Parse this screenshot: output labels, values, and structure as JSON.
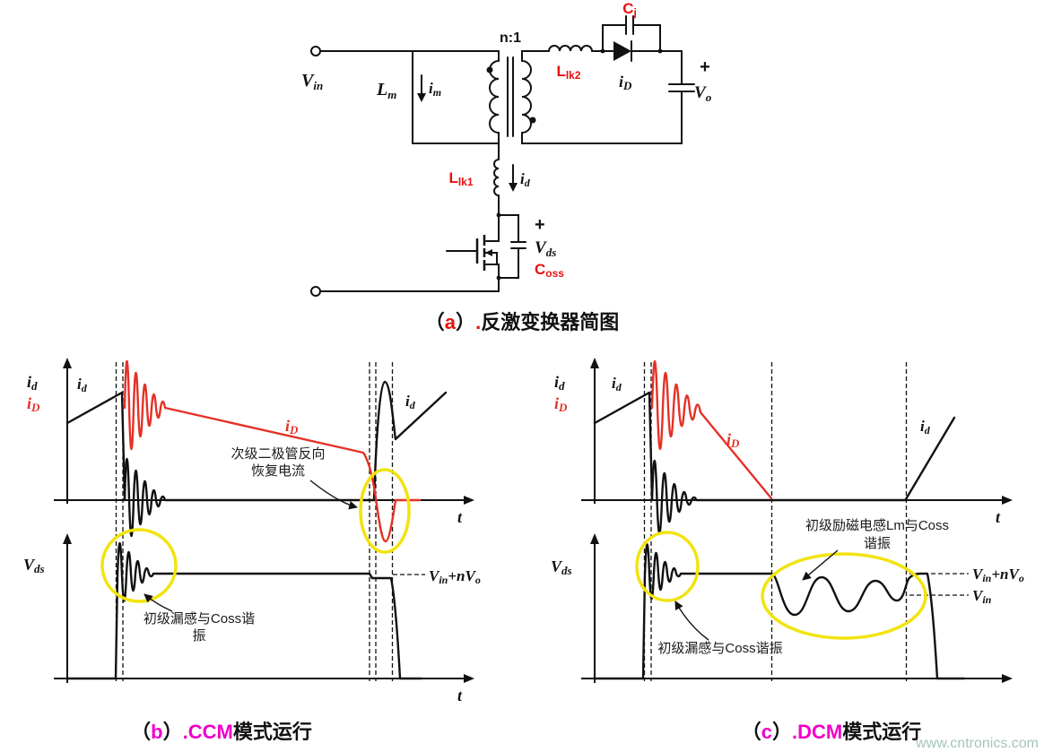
{
  "colors": {
    "label_red": "#e8100d",
    "trace_red": "#e53126",
    "caption_magenta": "#f000c8",
    "highlight_yellow": "#f2e30e",
    "watermark_green": "#a3c6b6"
  },
  "circuit": {
    "vin": {
      "main": "V",
      "sub": "in"
    },
    "lm": {
      "main": "L",
      "sub": "m"
    },
    "im": {
      "main": "i",
      "sub": "m"
    },
    "ratio": "n:1",
    "llk2": {
      "main": "L",
      "sub": "lk2"
    },
    "cj": {
      "main": "C",
      "sub": "j"
    },
    "i_diode": {
      "main": "i",
      "sub": "D"
    },
    "plus_out": "+",
    "vo": {
      "main": "V",
      "sub": "o"
    },
    "llk1": {
      "main": "L",
      "sub": "lk1"
    },
    "i_drain": {
      "main": "i",
      "sub": "d"
    },
    "plus_ds": "+",
    "vds": {
      "main": "V",
      "sub": "ds"
    },
    "coss": {
      "main": "C",
      "sub": "oss"
    },
    "caption": {
      "open": "（",
      "letter": "a",
      "close": "）",
      "dot": ".",
      "rest": "反激变换器简图"
    }
  },
  "panel_b": {
    "y_id": {
      "main": "i",
      "sub": "d"
    },
    "y_iD": {
      "main": "i",
      "sub": "D"
    },
    "ramp1": {
      "main": "i",
      "sub": "d"
    },
    "diode_current": {
      "main": "i",
      "sub": "D"
    },
    "ramp2": {
      "main": "i",
      "sub": "d"
    },
    "t_top": "t",
    "vds": {
      "main": "V",
      "sub": "ds"
    },
    "level_high": {
      "p1": "V",
      "s1": "in",
      "p2": "+nV",
      "s2": "o"
    },
    "t_bottom": "t",
    "ann_recovery": {
      "line1": "次级二极管反向",
      "line2": "恢复电流"
    },
    "ann_resonance": {
      "line1": "初级漏感与Coss谐",
      "line2": "振"
    },
    "caption": {
      "open": "（",
      "letter": "b",
      "close": "）",
      "accent": ".CCM",
      "rest": "模式运行"
    }
  },
  "panel_c": {
    "y_id": {
      "main": "i",
      "sub": "d"
    },
    "y_iD": {
      "main": "i",
      "sub": "D"
    },
    "ramp1": {
      "main": "i",
      "sub": "d"
    },
    "diode_current": {
      "main": "i",
      "sub": "D"
    },
    "ramp2": {
      "main": "i",
      "sub": "d"
    },
    "t_top": "t",
    "vds": {
      "main": "V",
      "sub": "ds"
    },
    "level_high": {
      "p1": "V",
      "s1": "in",
      "p2": "+nV",
      "s2": "o"
    },
    "level_low": {
      "main": "V",
      "sub": "in"
    },
    "ann_lm": {
      "line1": "初级励磁电感Lm与Coss",
      "line2": "谐振"
    },
    "ann_resonance": "初级漏感与Coss谐振",
    "caption": {
      "open": "（",
      "letter": "c",
      "close": "）",
      "accent": ".DCM",
      "rest": "模式运行"
    }
  },
  "watermark": "www.cntronics.com"
}
